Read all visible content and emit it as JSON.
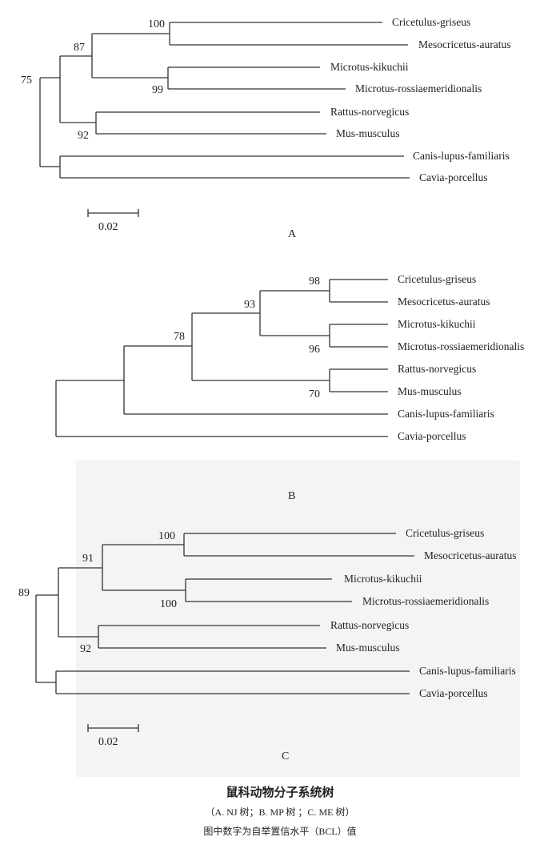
{
  "panels": [
    {
      "label": "A",
      "bootstrap": [
        "100",
        "87",
        "99",
        "75",
        "92"
      ],
      "taxa": [
        "Cricetulus-griseus",
        "Mesocricetus-auratus",
        "Microtus-kikuchii",
        "Microtus-rossiaemeridionalis",
        "Rattus-norvegicus",
        "Mus-musculus",
        "Canis-lupus-familiaris",
        "Cavia-porcellus"
      ],
      "scale_bar": "0.02"
    },
    {
      "label": "B",
      "bootstrap": [
        "98",
        "93",
        "96",
        "78",
        "70"
      ],
      "taxa": [
        "Cricetulus-griseus",
        "Mesocricetus-auratus",
        "Microtus-kikuchii",
        "Microtus-rossiaemeridionalis",
        "Rattus-norvegicus",
        "Mus-musculus",
        "Canis-lupus-familiaris",
        "Cavia-porcellus"
      ]
    },
    {
      "label": "C",
      "bootstrap": [
        "100",
        "91",
        "100",
        "89",
        "92"
      ],
      "taxa": [
        "Cricetulus-griseus",
        "Mesocricetus-auratus",
        "Microtus-kikuchii",
        "Microtus-rossiaemeridionalis",
        "Rattus-norvegicus",
        "Mus-musculus",
        "Canis-lupus-familiaris",
        "Cavia-porcellus"
      ],
      "scale_bar": "0.02"
    }
  ],
  "caption": {
    "title": "鼠科动物分子系统树",
    "subtitle": "（A. NJ 树；B. MP 树 ；C. ME 树）",
    "note": "图中数字为自举置信水平（BCL）值"
  }
}
